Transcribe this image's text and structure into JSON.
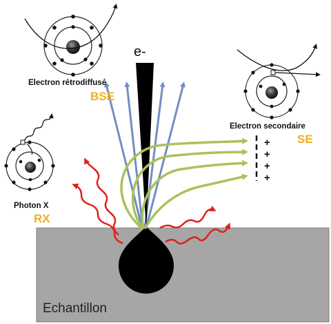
{
  "beam": {
    "label": "e-"
  },
  "sample": {
    "label": "Echantillon",
    "fill_color": "#a6a6a6"
  },
  "bse": {
    "caption": "Electron rétrodiffusé",
    "tag": "BSE"
  },
  "se": {
    "caption": "Electron secondaire",
    "tag": "SE"
  },
  "xray": {
    "caption": "Photon X",
    "tag": "RX"
  },
  "detector": {
    "signs": [
      "+",
      "+",
      "+",
      "+"
    ]
  },
  "colors": {
    "tag_yellow": "#f2b01e",
    "bse_arrow": "#6f8fc2",
    "se_arrow": "#aac25a",
    "xray_wave": "#e0201b",
    "beam": "#000000",
    "atom_nucleus": "#333333",
    "atom_electron": "#111111"
  }
}
